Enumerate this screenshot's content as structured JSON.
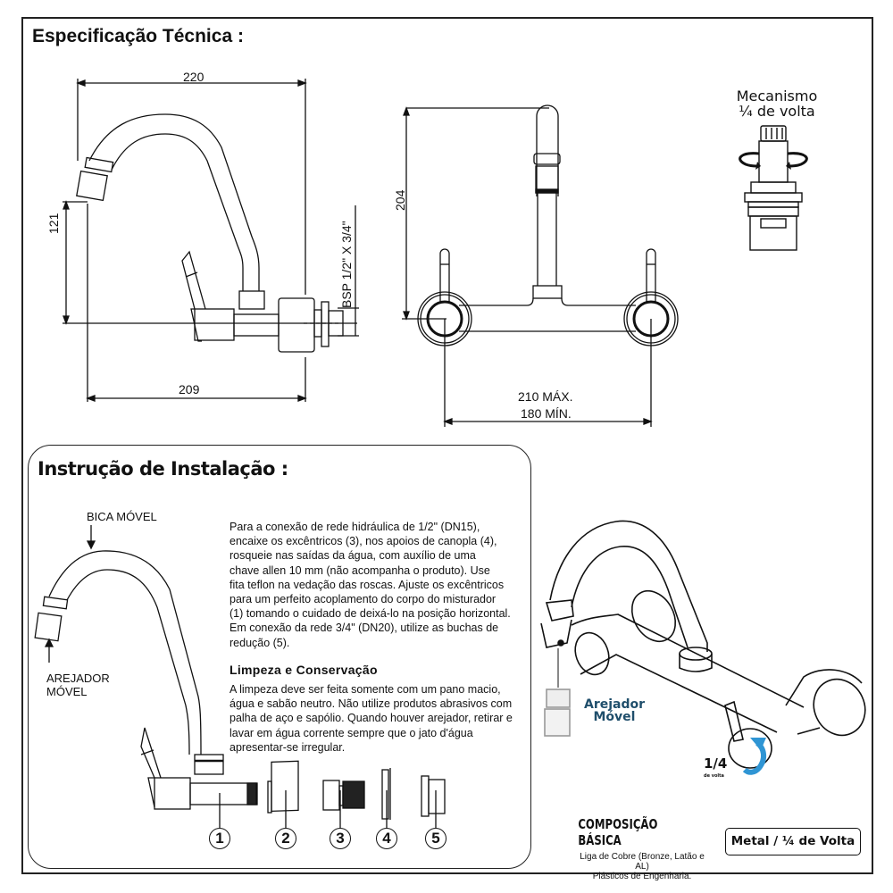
{
  "spec": {
    "title": "Especificação Técnica :",
    "side_view": {
      "width_top": "220",
      "height_left": "121",
      "width_bottom": "209",
      "thread": "BSP 1/2\" X 3/4\""
    },
    "front_view": {
      "height": "204",
      "spacing_max": "210 MÁX.",
      "spacing_min": "180 MÍN."
    },
    "mechanism": {
      "line1": "Mecanismo",
      "line2": "¼ de volta"
    }
  },
  "install": {
    "title": "Instrução de Instalação :",
    "label_spout": "BICA MÓVEL",
    "label_aerator_1": "AREJADOR",
    "label_aerator_2": "MÓVEL",
    "instructions": [
      "Para a conexão de rede hidráulica de 1/2\" (DN15),",
      "encaixe os excêntricos (3), nos apoios de canopla (4),",
      "rosqueie nas saídas da água, com auxílio de uma",
      "chave allen 10 mm (não acompanha o produto). Use",
      "fita teflon na vedação das roscas. Ajuste os excêntricos",
      "para um perfeito acoplamento do corpo do misturador",
      "(1) tomando o cuidado de deixá-lo na posição horizontal.",
      "Em conexão da rede 3/4\" (DN20), utilize as buchas de",
      "redução (5)."
    ],
    "cleaning_title": "Limpeza e Conservação",
    "cleaning": [
      "A limpeza deve ser feita somente com um pano macio,",
      "água e sabão neutro. Não utilize produtos abrasivos com",
      "palha de aço e sapólio. Quando houver arejador, retirar e",
      "lavar em água corrente sempre que o jato d'água",
      "apresentar-se irregular."
    ],
    "parts": [
      "1",
      "2",
      "3",
      "4",
      "5"
    ]
  },
  "product": {
    "aerator_label_1": "Arejador",
    "aerator_label_2": "Móvel",
    "quarter_label": "1/4",
    "quarter_sub": "de volta",
    "accent_color": "#2f95d4",
    "aerator_label_color": "#1f4e6b"
  },
  "composition": {
    "title": "COMPOSIÇÃO BÁSICA",
    "line1": "Liga de Cobre (Bronze, Latão e AL)",
    "line2": "Plásticos de Engenharia.",
    "badge": "Metal / ¼ de Volta"
  }
}
